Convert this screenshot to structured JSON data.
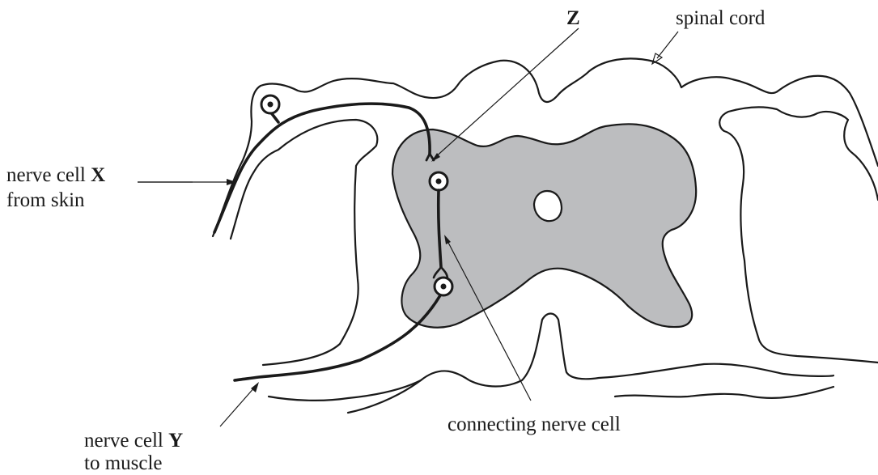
{
  "labels": {
    "spinal_cord": "spinal cord",
    "z": "Z",
    "nerve_cell_x_prefix": "nerve cell ",
    "nerve_cell_x_letter": "X",
    "from_skin": "from skin",
    "nerve_cell_y_prefix": "nerve cell ",
    "nerve_cell_y_letter": "Y",
    "to_muscle": "to muscle",
    "connecting_nerve_cell": "connecting nerve cell"
  },
  "colors": {
    "grey_matter": "#bcbdbf",
    "ink": "#1a1a1a"
  }
}
